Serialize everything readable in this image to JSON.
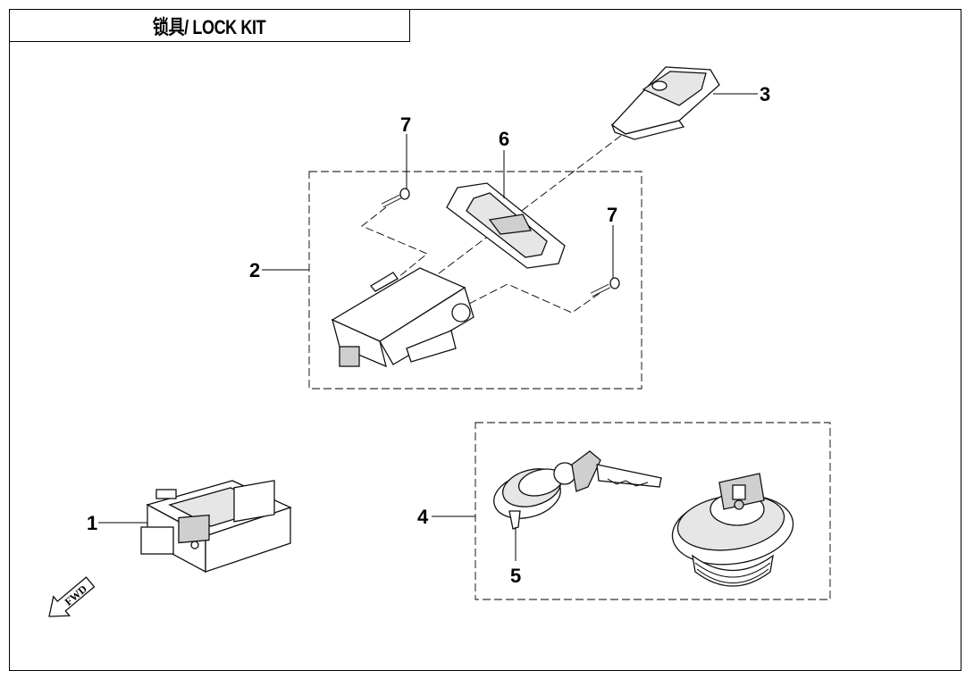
{
  "title": "锁具/ LOCK KIT",
  "callouts": [
    "1",
    "2",
    "3",
    "4",
    "5",
    "6",
    "7",
    "7"
  ],
  "fwd_label": "FWD",
  "colors": {
    "line": "#000000",
    "background": "#ffffff"
  }
}
